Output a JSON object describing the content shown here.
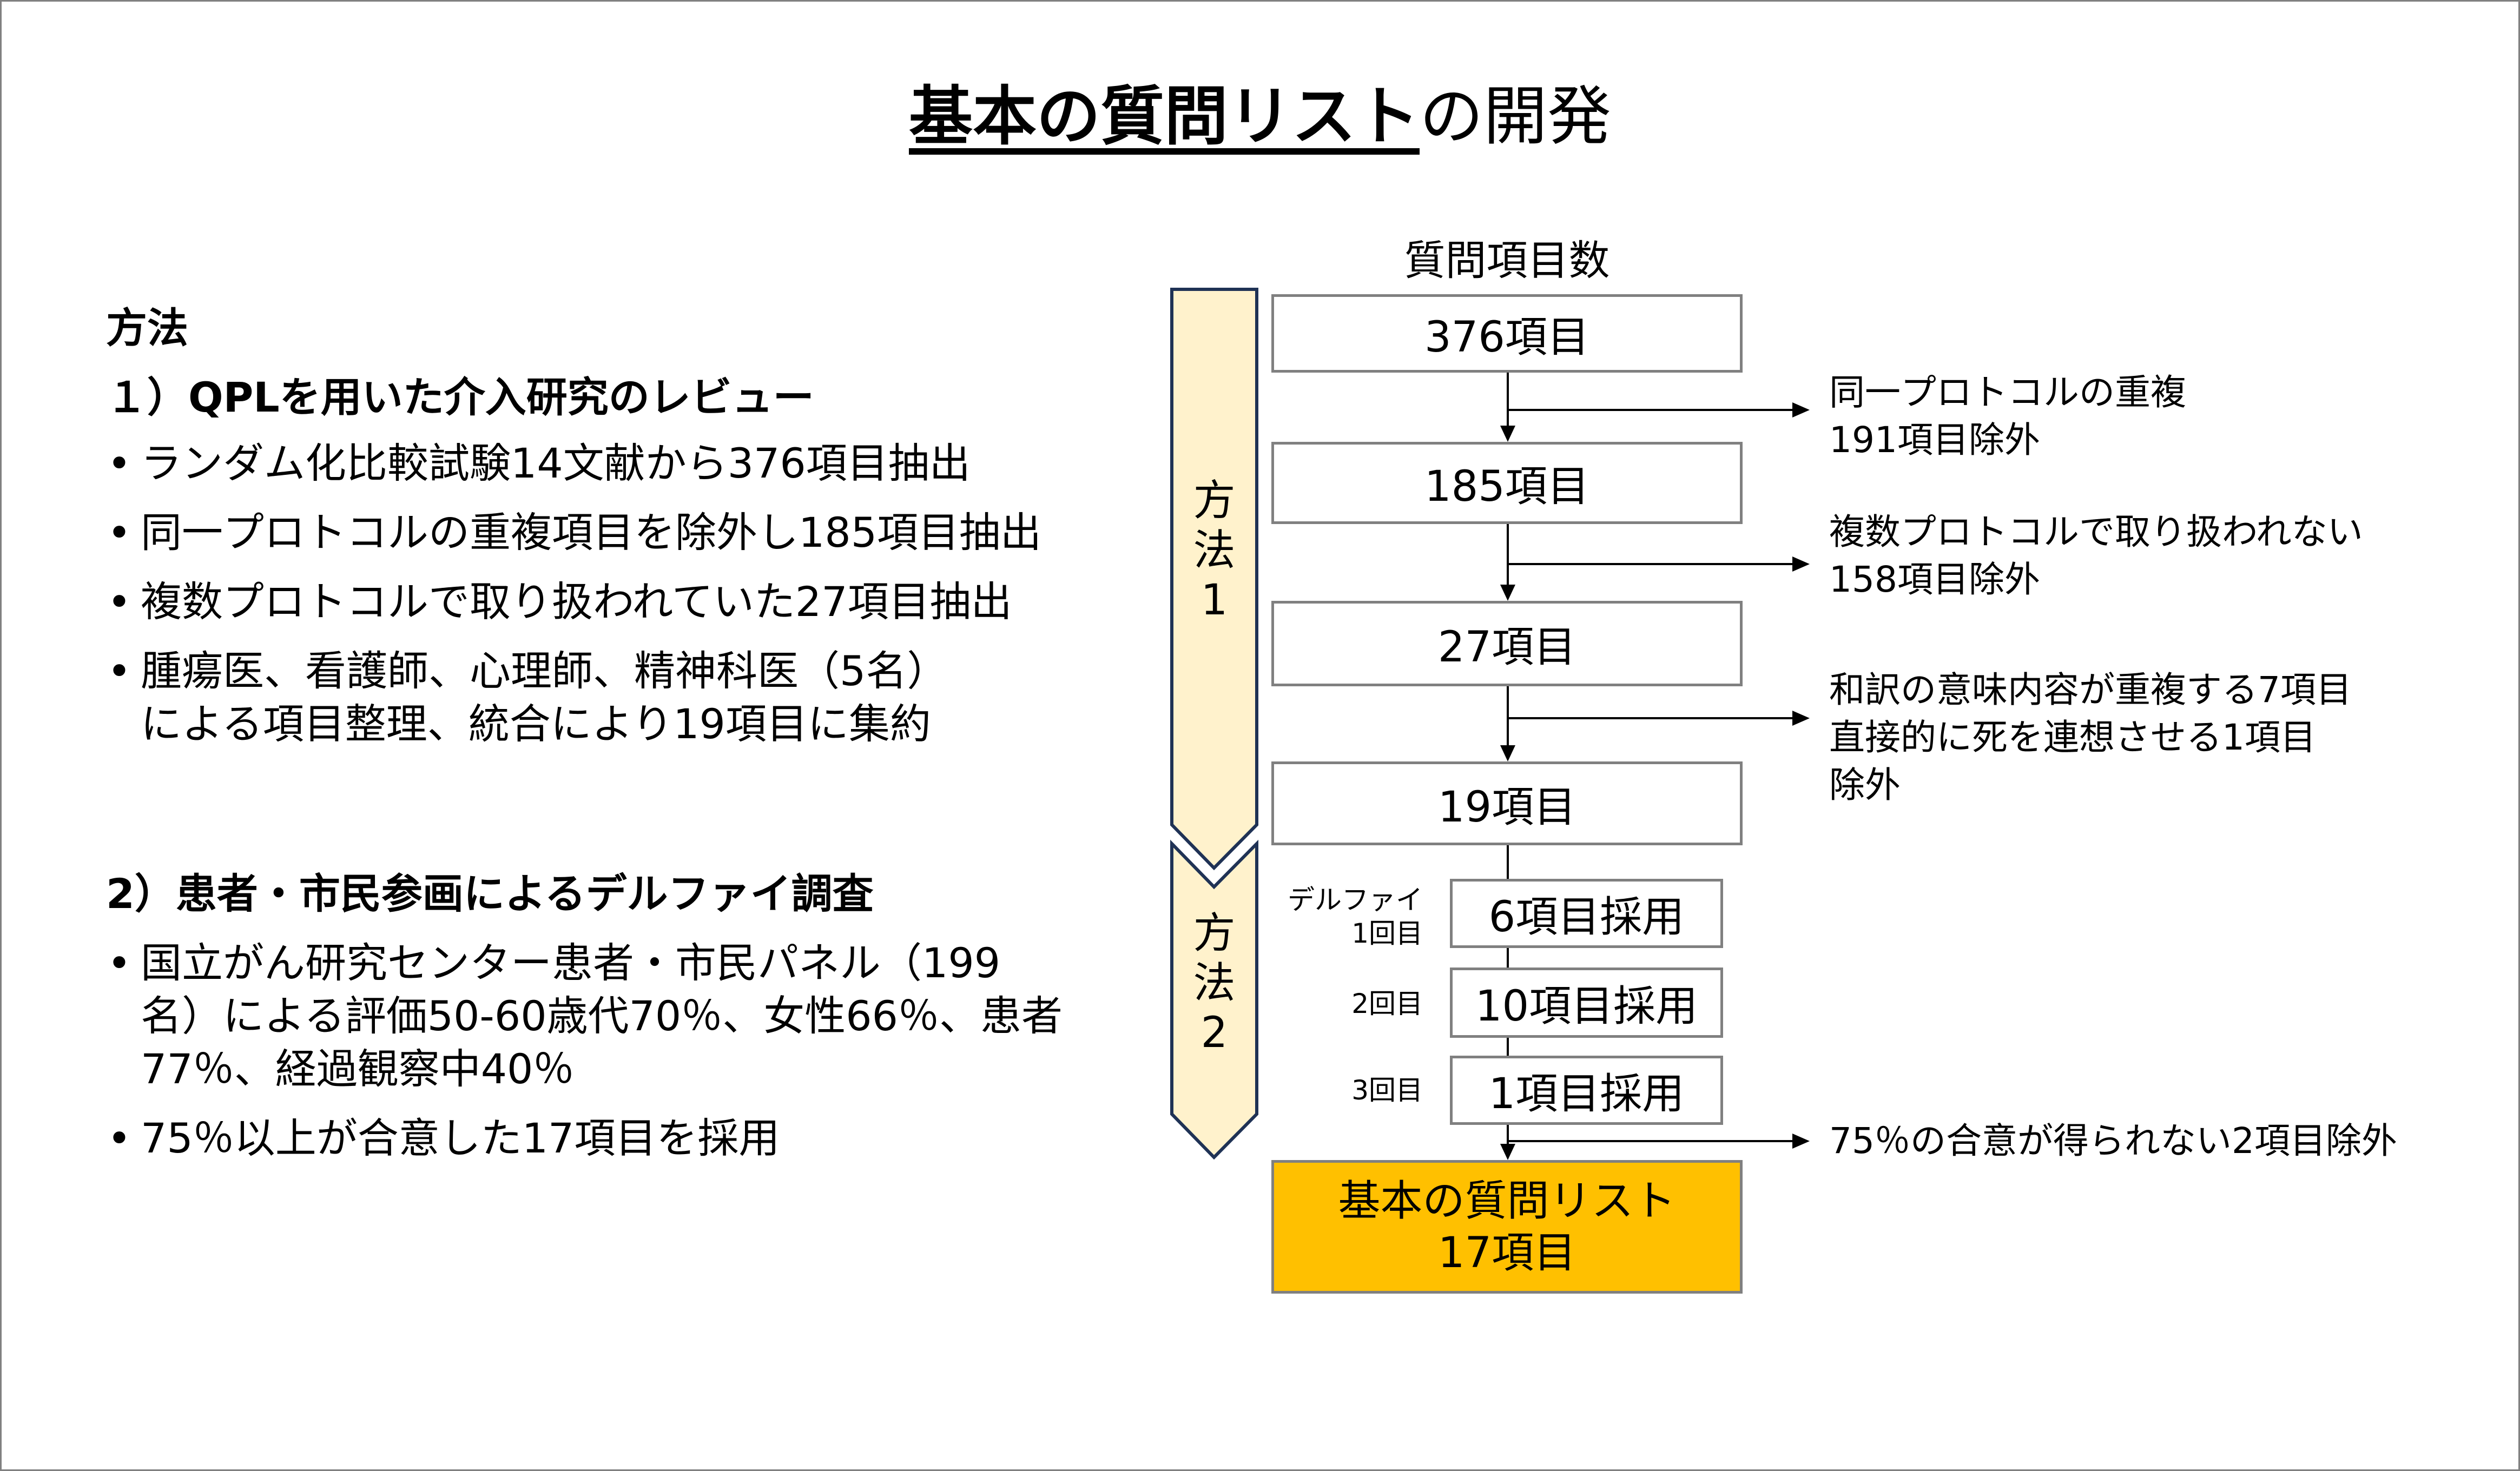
{
  "title": {
    "bold_part": "基本の質問リスト",
    "normal_part": "の開発"
  },
  "methods": {
    "heading": "方法",
    "section1": {
      "heading": "１）QPLを用いた介入研究のレビュー",
      "bullets": [
        {
          "lines": [
            "ランダム化比較試験14文献から376項目抽出"
          ]
        },
        {
          "lines": [
            "同一プロトコルの重複項目を除外し185項目抽出"
          ]
        },
        {
          "lines": [
            "複数プロトコルで取り扱われていた27項目抽出"
          ]
        },
        {
          "lines": [
            "腫瘍医、看護師、心理師、精神科医（5名）",
            "による項目整理、統合により19項目に集約"
          ]
        }
      ]
    },
    "section2": {
      "heading": "2）患者・市民参画によるデルファイ調査",
      "bullets": [
        {
          "lines": [
            "国立がん研究センター患者・市民パネル（199",
            "名）による評価50-60歳代70％、女性66％、患者",
            "77％、経過観察中40％"
          ]
        },
        {
          "lines": [
            "75％以上が合意した17項目を採用"
          ]
        }
      ]
    },
    "bullet_glyph": "•"
  },
  "flow": {
    "header": "質問項目数",
    "banners": [
      {
        "label_lines": [
          "方",
          "法",
          "1"
        ]
      },
      {
        "label_lines": [
          "方",
          "法",
          "2"
        ]
      }
    ],
    "boxes": [
      "376項目",
      "185項目",
      "27項目",
      "19項目"
    ],
    "delphi": {
      "label_prefix": "デルファイ",
      "rounds": [
        {
          "label": "1回目",
          "result": "6項目採用"
        },
        {
          "label": "2回目",
          "result": "10項目採用"
        },
        {
          "label": "3回目",
          "result": "1項目採用"
        }
      ]
    },
    "final": {
      "line1": "基本の質問リスト",
      "line2": "17項目"
    },
    "exclusions": [
      {
        "lines": [
          "同一プロトコルの重複",
          "191項目除外"
        ]
      },
      {
        "lines": [
          "複数プロトコルで取り扱われない",
          "158項目除外"
        ]
      },
      {
        "lines": [
          "和訳の意味内容が重複する7項目",
          "直接的に死を連想させる1項目",
          "除外"
        ]
      },
      {
        "lines": [
          "75％の合意が得られない2項目除外"
        ]
      }
    ]
  },
  "colors": {
    "banner_fill": "#FFF2CC",
    "banner_border": "#1F3255",
    "box_border": "#808080",
    "final_fill": "#FFC000",
    "page_border": "#808080"
  }
}
